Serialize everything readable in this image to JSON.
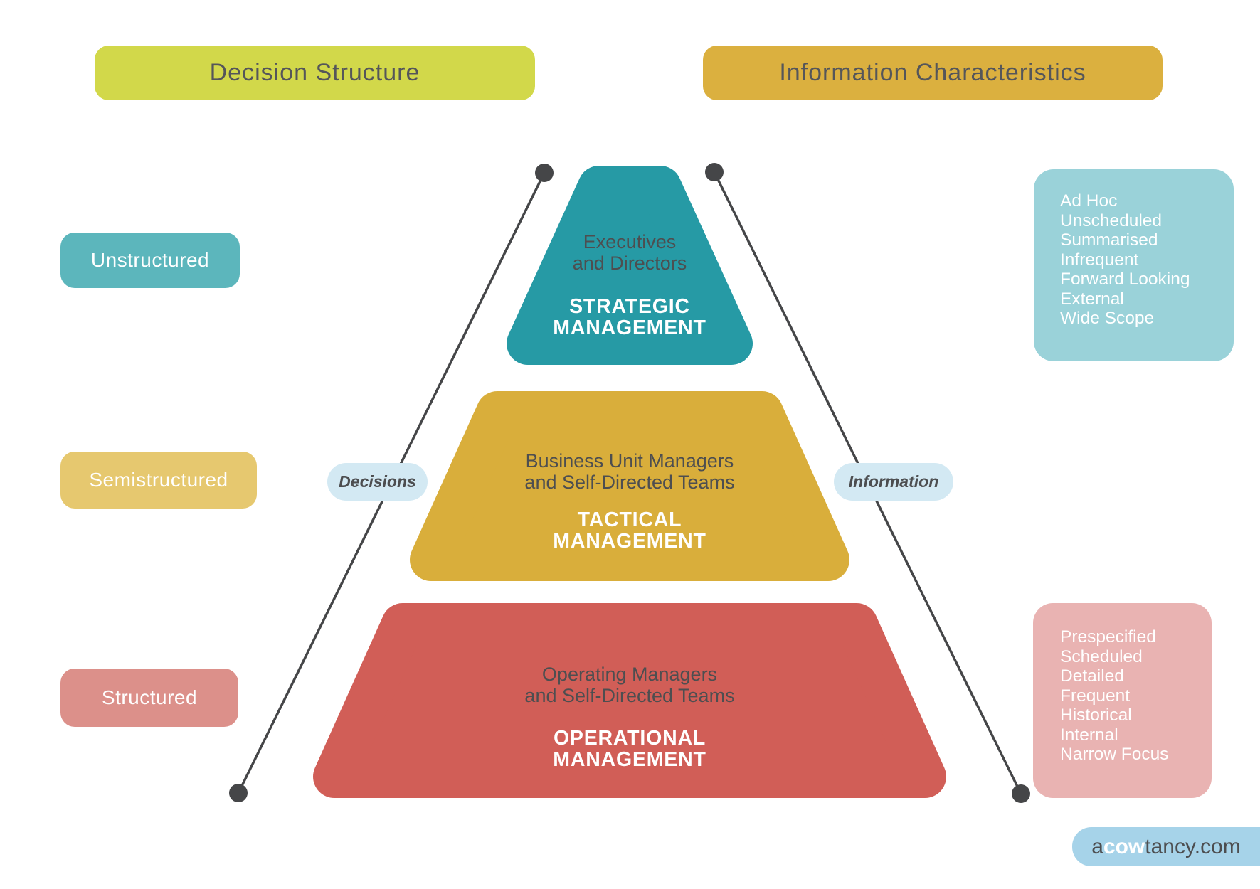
{
  "headers": {
    "left": "Decision Structure",
    "right": "Information Characteristics"
  },
  "decision_structure_labels": {
    "top": "Unstructured",
    "middle": "Semistructured",
    "bottom": "Structured"
  },
  "pyramid": {
    "tiers": [
      {
        "audience_line1": "Executives",
        "audience_line2": "and Directors",
        "title_line1": "STRATEGIC",
        "title_line2": "MANAGEMENT",
        "color": "#269aa5"
      },
      {
        "audience_line1": "Business Unit Managers",
        "audience_line2": "and Self-Directed Teams",
        "title_line1": "TACTICAL",
        "title_line2": "MANAGEMENT",
        "color": "#d9ae3b"
      },
      {
        "audience_line1": "Operating Managers",
        "audience_line2": "and Self-Directed Teams",
        "title_line1": "OPERATIONAL",
        "title_line2": "MANAGEMENT",
        "color": "#d15e57"
      }
    ]
  },
  "axis_labels": {
    "left": "Decisions",
    "right": "Information"
  },
  "info_boxes": {
    "top": {
      "lines": [
        "Ad Hoc",
        "Unscheduled",
        "Summarised",
        "Infrequent",
        "Forward Looking",
        "External",
        "Wide Scope"
      ],
      "color": "#9ad2d9"
    },
    "bottom": {
      "lines": [
        "Prespecified",
        "Scheduled",
        "Detailed",
        "Frequent",
        "Historical",
        "Internal",
        "Narrow Focus"
      ],
      "color": "#e9b3b2"
    }
  },
  "watermark": {
    "prefix": "a",
    "highlight": "cow",
    "suffix": "tancy.com"
  },
  "colors": {
    "header_left_bg": "#d2d84a",
    "header_right_bg": "#dbb03f",
    "unstructured_bg": "#5cb6bc",
    "semistructured_bg": "#e6c86f",
    "structured_bg": "#dc908a",
    "axis_pill_bg": "#d3e9f3",
    "watermark_bg": "#a6d3e9",
    "line_color": "#454648",
    "dark_text": "#4d4e50"
  }
}
